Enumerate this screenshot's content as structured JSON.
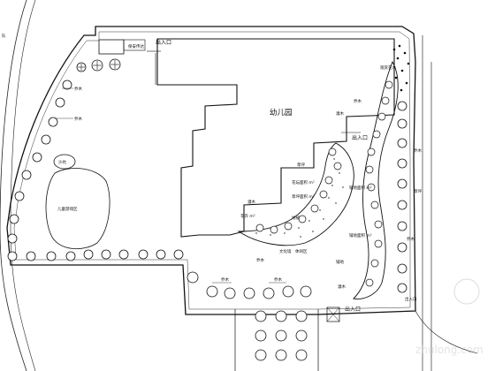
{
  "plan": {
    "title": "幼儿园",
    "corner_mark": "队",
    "labels": {
      "guard_room": "保安传达",
      "entrance_top": "出入口",
      "entrance_mid": "出入口",
      "entrance_bottom": "出入口",
      "sand_pit": "沙坑",
      "play_lawn": "儿童游戏区",
      "tree_left_1": "乔木",
      "tree_left_2": "乔木",
      "tree_top_right": "乔木",
      "tree_bottom": "乔木",
      "flower_top": "观赏花木",
      "hedge_1": "灌木",
      "hedge_2": "灌木",
      "grass_1": "草坪",
      "grass_2": "草坪",
      "bed_1": "花坛面积 m²",
      "bed_2": "草坪面积 m²",
      "bed_3": "地被",
      "bed_4": "花卉 m²",
      "bed_5": "铺地面积 m²",
      "bed_6": "铺地面积 m²",
      "misc_1": "乔木",
      "misc_2": "文化墙",
      "misc_3": "休闲区",
      "misc_4": "乔木",
      "misc_5": "出入口",
      "right_1": "乔木",
      "right_2": "乔木",
      "right_3": "灌木",
      "right_4": "铺地"
    },
    "watermark": "zhulong.com"
  }
}
